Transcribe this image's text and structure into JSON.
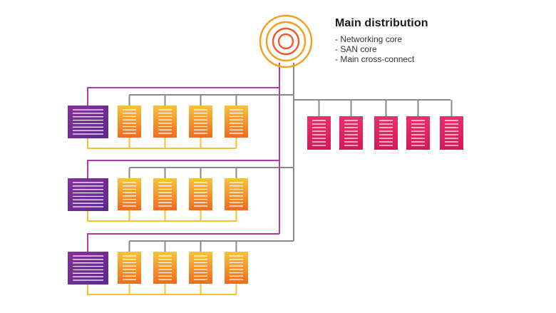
{
  "legend": {
    "title": "Main distribution",
    "items": [
      "- Networking core",
      "- SAN core",
      "- Main cross-connect"
    ]
  },
  "colors": {
    "link_magenta": "#b03ca8",
    "link_gray": "#8a8a8a",
    "link_yellow": "#f2c23a",
    "hub_ring": "#f2a01c",
    "hub_ring_inner": "#f05a28",
    "main_switch_gradient": [
      "#8a2f9c",
      "#5a2a8e"
    ],
    "server_gradient": [
      "#f7c33a",
      "#f26a1f"
    ],
    "storage_gradient": [
      "#ee2f6a",
      "#d11a57"
    ],
    "server_lines": "#ffffff"
  },
  "icons": {
    "hub": "concentric-rings-icon",
    "main_switch": "rack-switch-icon",
    "server": "server-icon",
    "storage": "storage-icon"
  },
  "structure": {
    "zones": 3,
    "servers_per_zone": 4,
    "storage_units": 5
  }
}
